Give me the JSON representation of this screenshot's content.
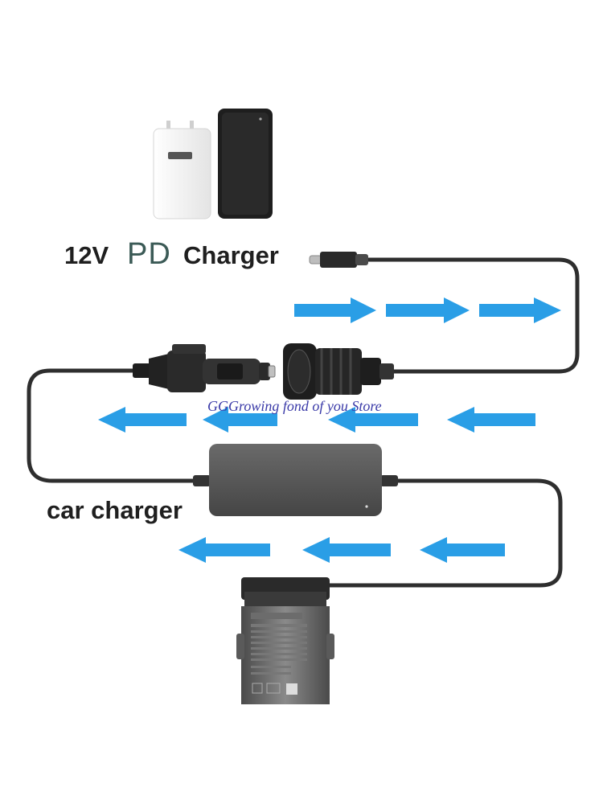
{
  "labels": {
    "voltage": "12V",
    "pd": "PD",
    "charger": "Charger",
    "car_charger": "car charger"
  },
  "watermark": "GGGrowing fond of you Store",
  "colors": {
    "arrow": "#2a9ee6",
    "cable": "#2e2e2e",
    "pd_text": "#3b5a56",
    "watermark": "#3a3aa8"
  },
  "icons": [
    "wall-charger-icon",
    "power-bank-icon",
    "usb-c-plug-icon",
    "cigarette-socket-icon",
    "cigarette-plug-icon",
    "car-charger-brick-icon",
    "drone-battery-icon"
  ]
}
